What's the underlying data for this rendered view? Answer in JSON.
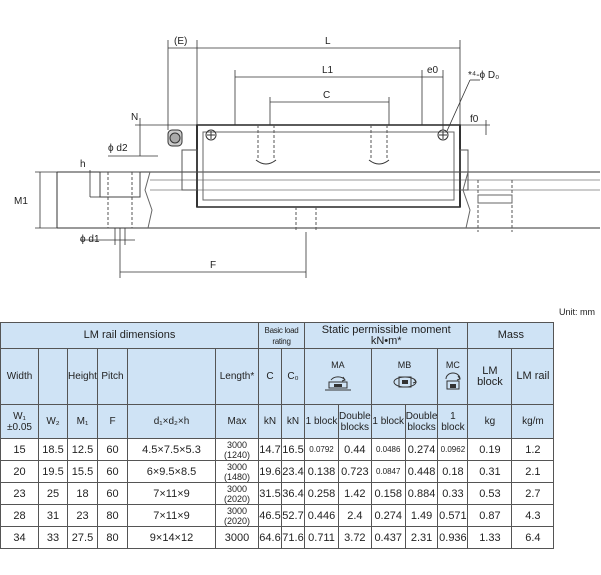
{
  "drawing": {
    "labels": {
      "E": "(E)",
      "L": "L",
      "L1": "L1",
      "C": "C",
      "e0": "e0",
      "hole": "*⁴-ϕ D₀",
      "N": "N",
      "d2": "ϕ d2",
      "f0": "f0",
      "h": "h",
      "M1": "M1",
      "d1": "ϕ d1",
      "F": "F"
    }
  },
  "unit": "Unit: mm",
  "table": {
    "groups": {
      "lm_rail_dimensions": "LM rail dimensions",
      "basic_load_rating": "Basic load rating",
      "static_moment": "Static permissible moment kN•m*",
      "mass": "Mass"
    },
    "sub_headers": {
      "width": "Width",
      "height": "Height",
      "pitch": "Pitch",
      "length": "Length*",
      "c": "C",
      "c0": "C₀",
      "ma": "MA",
      "mb": "MB",
      "mc": "MC",
      "lm_block": "LM block",
      "lm_rail": "LM rail"
    },
    "unit_headers": {
      "w1": "W₁ ±0.05",
      "w2": "W₂",
      "m1": "M₁",
      "f": "F",
      "d1d2h": "d₁×d₂×h",
      "max": "Max",
      "kn1": "kN",
      "kn2": "kN",
      "ma1": "1 block",
      "ma2": "Double blocks",
      "mb1": "1 block",
      "mb2": "Double blocks",
      "mc1": "1 block",
      "kg": "kg",
      "kgm": "kg/m"
    },
    "rows": [
      {
        "w1": "15",
        "w2": "18.5",
        "m1": "12.5",
        "f": "60",
        "d": "4.5×7.5×5.3",
        "len": "3000",
        "len2": "(1240)",
        "c": "14.7",
        "c0": "16.5",
        "ma1": "0.0792",
        "ma2": "0.44",
        "mb1": "0.0486",
        "mb2": "0.274",
        "mc": "0.0962",
        "block": "0.19",
        "rail": "1.2"
      },
      {
        "w1": "20",
        "w2": "19.5",
        "m1": "15.5",
        "f": "60",
        "d": "6×9.5×8.5",
        "len": "3000",
        "len2": "(1480)",
        "c": "19.6",
        "c0": "23.4",
        "ma1": "0.138",
        "ma2": "0.723",
        "mb1": "0.0847",
        "mb2": "0.448",
        "mc": "0.18",
        "block": "0.31",
        "rail": "2.1"
      },
      {
        "w1": "23",
        "w2": "25",
        "m1": "18",
        "f": "60",
        "d": "7×11×9",
        "len": "3000",
        "len2": "(2020)",
        "c": "31.5",
        "c0": "36.4",
        "ma1": "0.258",
        "ma2": "1.42",
        "mb1": "0.158",
        "mb2": "0.884",
        "mc": "0.33",
        "block": "0.53",
        "rail": "2.7"
      },
      {
        "w1": "28",
        "w2": "31",
        "m1": "23",
        "f": "80",
        "d": "7×11×9",
        "len": "3000",
        "len2": "(2020)",
        "c": "46.5",
        "c0": "52.7",
        "ma1": "0.446",
        "ma2": "2.4",
        "mb1": "0.274",
        "mb2": "1.49",
        "mc": "0.571",
        "block": "0.87",
        "rail": "4.3"
      },
      {
        "w1": "34",
        "w2": "33",
        "m1": "27.5",
        "f": "80",
        "d": "9×14×12",
        "len": "3000",
        "len2": "",
        "c": "64.6",
        "c0": "71.6",
        "ma1": "0.711",
        "ma2": "3.72",
        "mb1": "0.437",
        "mb2": "2.31",
        "mc": "0.936",
        "block": "1.33",
        "rail": "6.4"
      }
    ]
  }
}
